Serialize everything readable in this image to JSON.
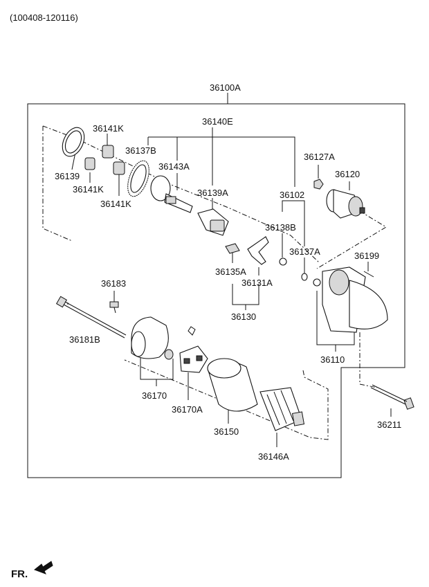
{
  "diagram": {
    "header_code": "(100408-120116)",
    "assembly_label": "36100A",
    "direction_label": "FR.",
    "parts": {
      "p36140E": "36140E",
      "p36141K_a": "36141K",
      "p36137B": "36137B",
      "p36143A": "36143A",
      "p36139": "36139",
      "p36141K_b": "36141K",
      "p36141K_c": "36141K",
      "p36139A": "36139A",
      "p36102": "36102",
      "p36127A": "36127A",
      "p36120": "36120",
      "p36138B": "36138B",
      "p36137A": "36137A",
      "p36135A": "36135A",
      "p36131A": "36131A",
      "p36130": "36130",
      "p36199": "36199",
      "p36183": "36183",
      "p36181B": "36181B",
      "p36110": "36110",
      "p36170": "36170",
      "p36170A": "36170A",
      "p36150": "36150",
      "p36146A": "36146A",
      "p36211": "36211"
    }
  }
}
